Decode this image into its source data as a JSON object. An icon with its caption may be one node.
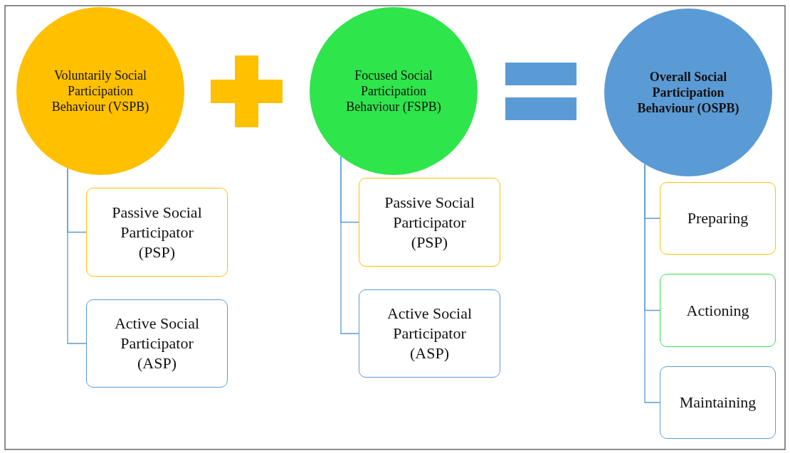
{
  "diagram": {
    "nodes": [
      {
        "text": [
          "Voluntarily Social Participation Behaviour (VSPB)"
        ]
      },
      {
        "text": [
          "Passive Social Participator (PSP)"
        ]
      },
      {
        "text": [
          "Active Social Participator (ASP)"
        ]
      },
      {
        "text": [
          "Focused Social Participation Behaviour (FSPB)"
        ]
      },
      {
        "text": [
          "Passive Social Participator (PSP)"
        ]
      },
      {
        "text": [
          "Active Social Participator (ASP)"
        ]
      },
      {
        "text": [
          "Overall Social Participation Behaviour (OSPB)"
        ]
      },
      {
        "text": [
          "Preparing"
        ]
      },
      {
        "text": [
          "Actioning"
        ]
      },
      {
        "text": [
          "Maintaining"
        ]
      }
    ],
    "edges": [
      {
        "from": 0,
        "to": 1,
        "arrow": "none"
      },
      {
        "from": 0,
        "to": 2,
        "arrow": "none"
      },
      {
        "from": 3,
        "to": 4,
        "arrow": "none"
      },
      {
        "from": 3,
        "to": 5,
        "arrow": "none"
      },
      {
        "from": 6,
        "to": 7,
        "arrow": "none"
      },
      {
        "from": 6,
        "to": 8,
        "arrow": "none"
      },
      {
        "from": 6,
        "to": 9,
        "arrow": "none"
      }
    ]
  }
}
